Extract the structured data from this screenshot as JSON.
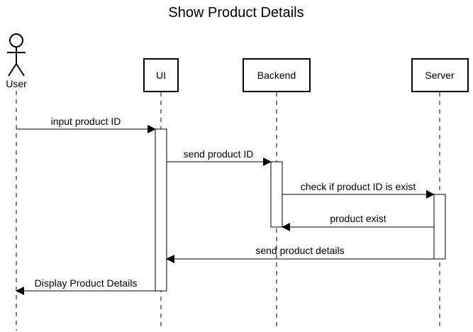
{
  "diagram": {
    "title": "Show Product Details",
    "actor": {
      "label": "User"
    },
    "participants": [
      {
        "label": "UI"
      },
      {
        "label": "Backend"
      },
      {
        "label": "Server"
      }
    ],
    "messages": [
      {
        "label": "input product ID"
      },
      {
        "label": "send product ID"
      },
      {
        "label": "check if product ID is exist"
      },
      {
        "label": "product exist"
      },
      {
        "label": "send product details"
      },
      {
        "label": "Display Product Details"
      }
    ]
  }
}
